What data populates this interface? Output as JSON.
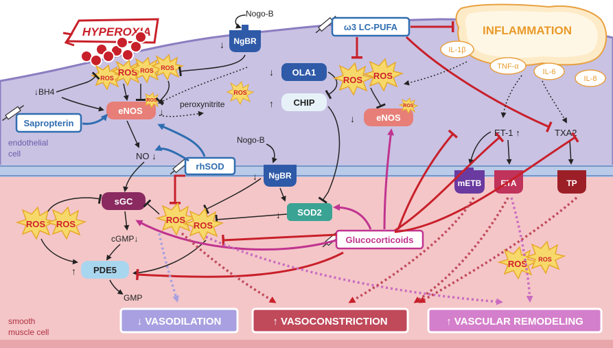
{
  "labels": {
    "hyperoxia": "HYPEROXIA",
    "inflammation": "INFLAMMATION",
    "omega3": "ω3 LC-PUFA",
    "nogo_b": "Nogo-B",
    "ngbr": "NgBR",
    "bh4": "BH4",
    "enos": "eNOS",
    "peroxynitrite": "peroxynitrite",
    "no": "NO",
    "sapropterin": "Sapropterin",
    "endothelial_cell": "endothelial\ncell",
    "smooth_muscle_cell": "smooth\nmuscle cell",
    "rhsod": "rhSOD",
    "ola1": "OLA1",
    "chip": "CHIP",
    "sod2": "SOD2",
    "sgc": "sGC",
    "cgmp": "cGMP",
    "pde5": "PDE5",
    "gmp": "GMP",
    "glucocorticoids": "Glucocorticoids",
    "ros": "ROS",
    "il1b": "IL-1β",
    "tnfa": "TNF-α",
    "il6": "IL-6",
    "il8": "IL-8",
    "et1": "ET-1",
    "txa2": "TXA2",
    "metb": "mETB",
    "eta": "ETA",
    "tp": "TP"
  },
  "outcomes": {
    "vasodilation": "VASODILATION",
    "vasoconstriction": "VASOCONSTRICTION",
    "remodeling": "VASCULAR REMODELING"
  },
  "colors": {
    "endothelium": "#c9c2e3",
    "endothelium_edge": "#8b7dc0",
    "smooth_muscle": "#f4c6c8",
    "inhibit_red": "#c8202a",
    "magenta": "#c0338f",
    "drug_blue": "#2f6db0"
  }
}
